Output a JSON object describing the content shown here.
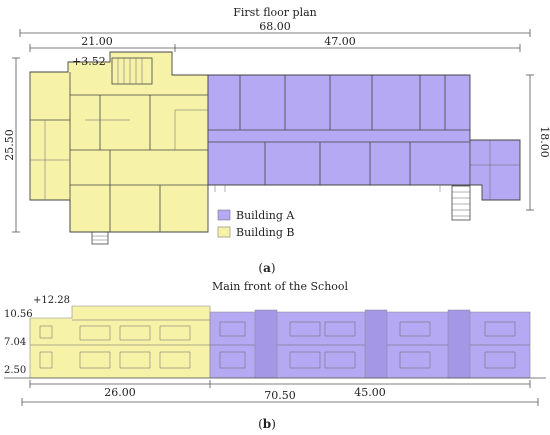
{
  "panel_a": {
    "title": "First floor plan",
    "dim_total": "68.00",
    "dim_left": "21.00",
    "dim_right": "47.00",
    "dim_height_left": "25.50",
    "dim_height_right": "18.00",
    "elevation_mark": "+3.52",
    "legend": [
      {
        "label": "Building A",
        "color": "#b4a9f2"
      },
      {
        "label": "Building B",
        "color": "#f6f3a8"
      }
    ],
    "caption_letter": "a"
  },
  "panel_b": {
    "title": "Main front of the School",
    "top_mark": "+12.28",
    "levels": [
      "10.56",
      "7.04",
      "2.50"
    ],
    "dim_left": "26.00",
    "dim_right": "45.00",
    "dim_total": "70.50",
    "caption_letter": "b"
  },
  "colors": {
    "building_a": "#b4a9f2",
    "building_b": "#f6f3a8"
  }
}
